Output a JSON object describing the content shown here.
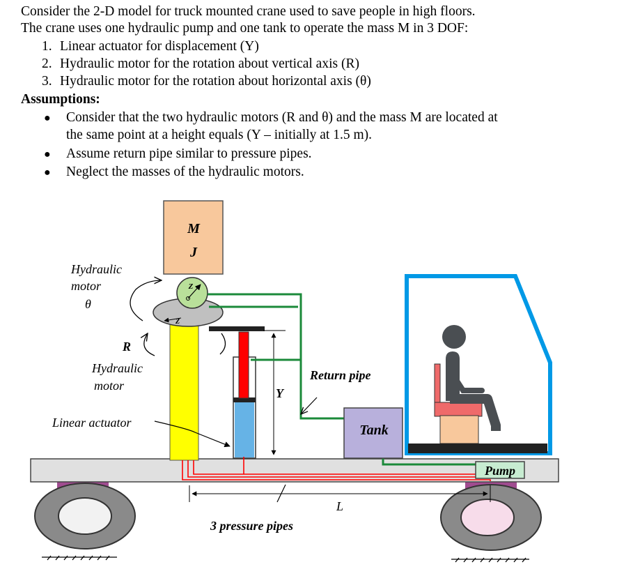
{
  "intro": {
    "line1": "Consider the 2-D model for truck mounted crane used to save people in high floors.",
    "line2": "The crane uses one hydraulic pump and one tank to operate the mass M in 3 DOF:"
  },
  "dof_list": [
    {
      "num": "1.",
      "text": "Linear actuator for displacement (Y)"
    },
    {
      "num": "2.",
      "text": "Hydraulic motor for the rotation about vertical axis (R)"
    },
    {
      "num": "3.",
      "text": "Hydraulic motor for the rotation about horizontal axis (θ)"
    }
  ],
  "assumptions": {
    "heading": "Assumptions:",
    "bullet": "●",
    "items": [
      {
        "line1": "Consider that the two hydraulic motors (R and θ) and the mass M are located at",
        "line2": "the same point at a height equals (Y – initially at 1.5 m)."
      },
      {
        "line1": "Assume return pipe similar to pressure pipes."
      },
      {
        "line1": "Neglect the masses of the hydraulic motors."
      }
    ]
  },
  "diagram": {
    "mass_label": "M",
    "inertia_label": "J",
    "motor_theta_label": {
      "line1": "Hydraulic",
      "line2": "motor",
      "line3": "θ"
    },
    "motor_r_label": {
      "line1": "R",
      "line2": "Hydraulic",
      "line3": "motor"
    },
    "linear_actuator_label": "Linear actuator",
    "y_label": "Y",
    "return_pipe_label": "Return pipe",
    "tank_label": "Tank",
    "pump_label": "Pump",
    "l_label": "L",
    "pressure_pipes_label": "3 pressure pipes",
    "z_label": "Z",
    "colors": {
      "mass_fill": "#f8c89c",
      "column_yellow": "#ffff00",
      "actuator_blue": "#66b3e6",
      "pipe_red": "#ff0000",
      "pipe_green": "#1b8a3a",
      "tank_fill": "#b8b0dc",
      "cabin_blue": "#0099e6",
      "platform_fill": "#e0e0e0",
      "pump_fill": "#c7ecd1"
    }
  }
}
